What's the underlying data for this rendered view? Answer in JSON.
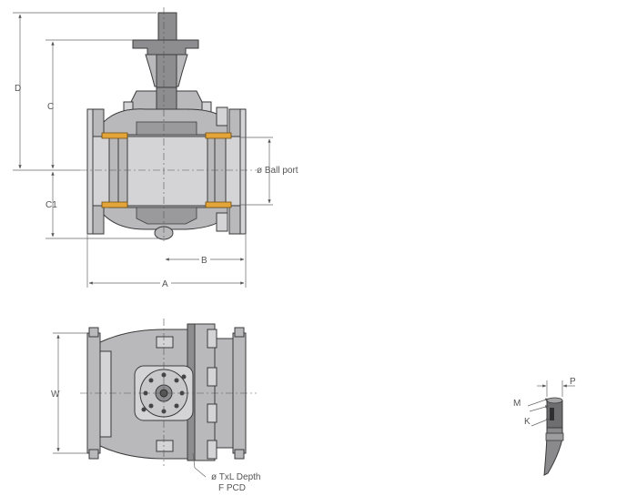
{
  "labels": {
    "d": "D",
    "c": "C",
    "c1": "C1",
    "ball_port": "ø Ball port",
    "b": "B",
    "a": "A",
    "w": "W",
    "txl_depth": "ø TxL Depth",
    "f_pcd": "F PCD",
    "m": "M",
    "k": "K",
    "p": "P"
  }
}
